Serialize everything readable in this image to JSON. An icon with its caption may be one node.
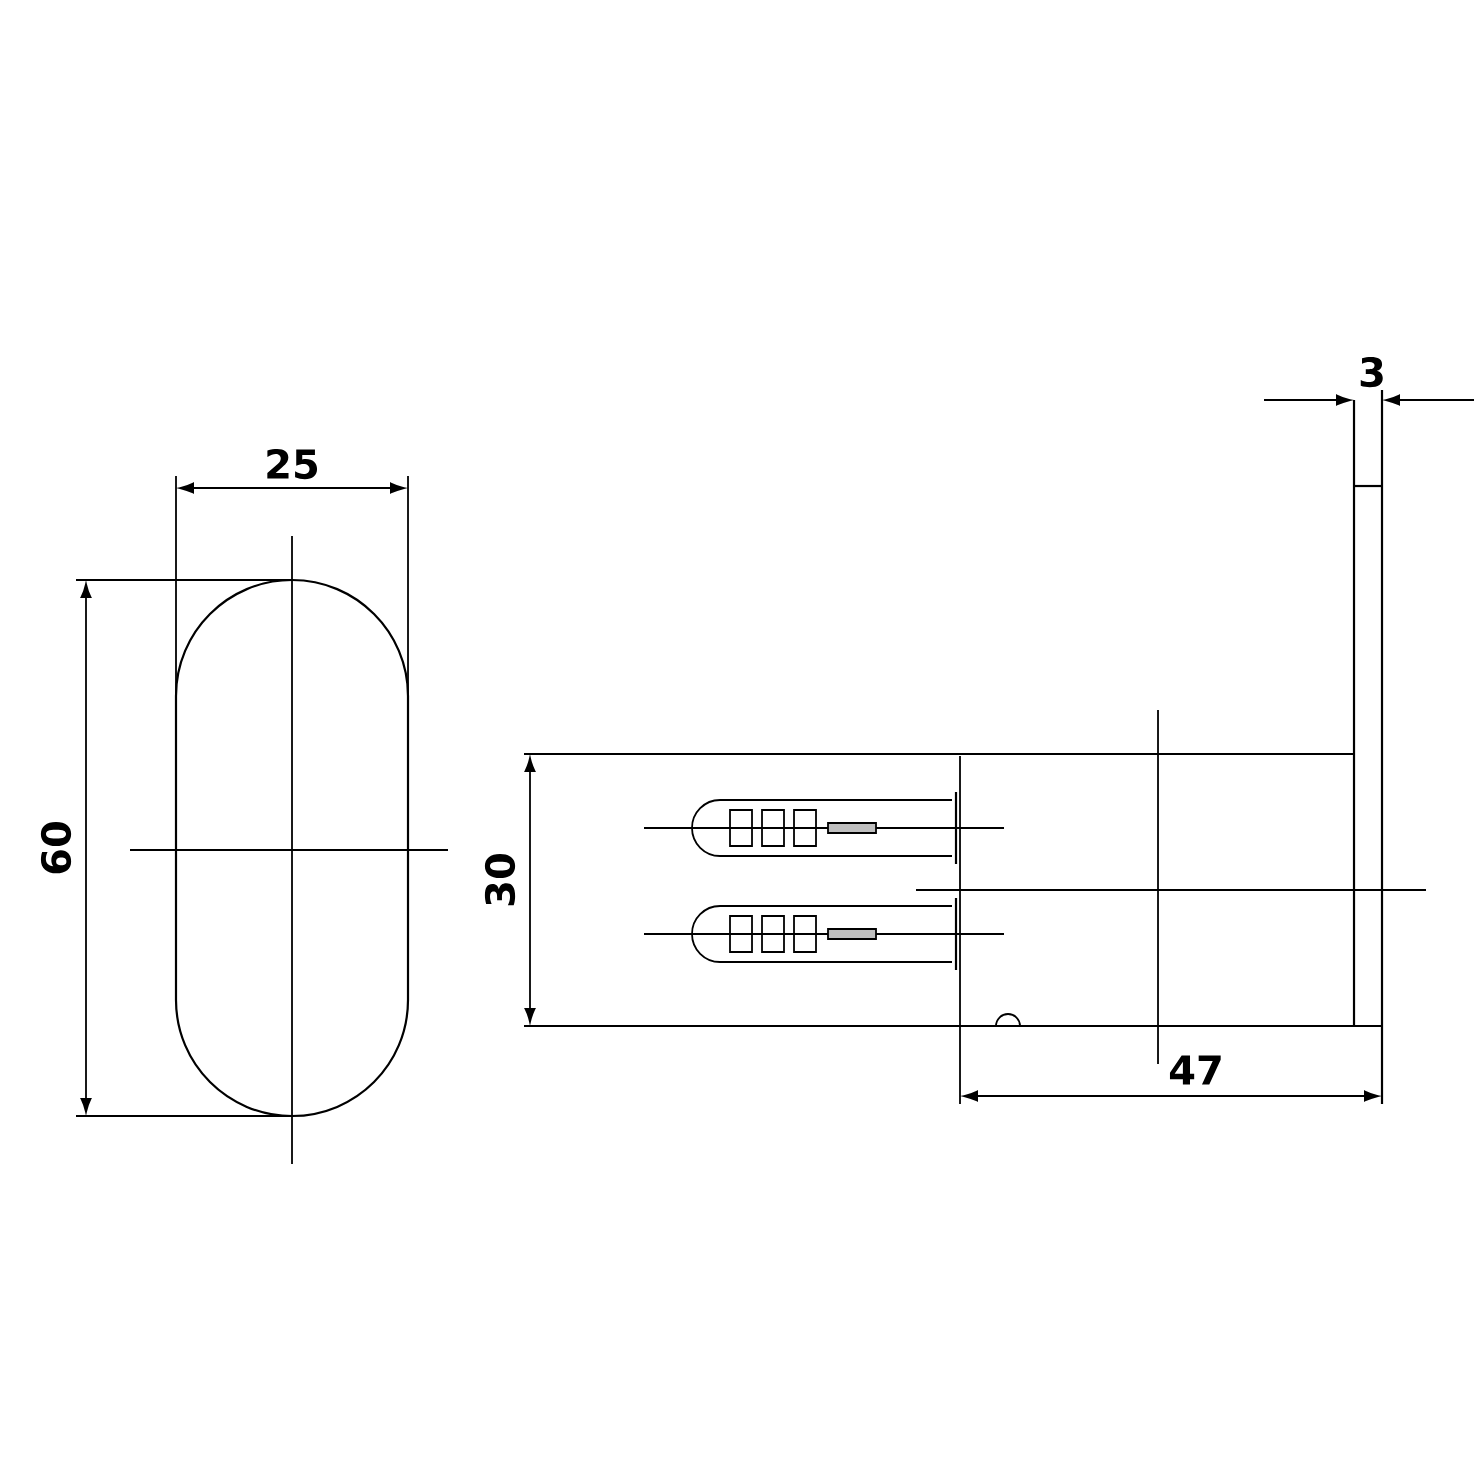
{
  "diagram": {
    "labels": [
      "3",
      "25",
      "60",
      "30",
      "47"
    ]
  }
}
